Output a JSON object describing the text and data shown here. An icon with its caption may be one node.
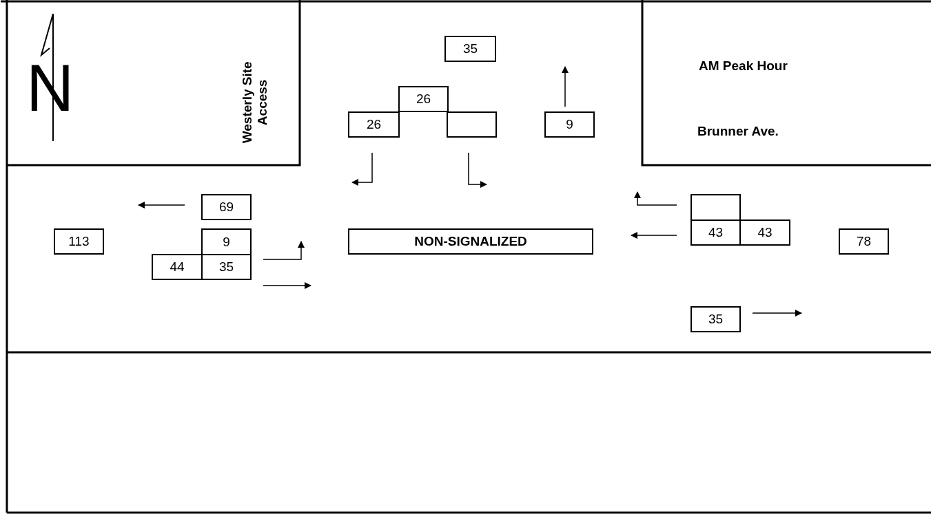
{
  "diagram": {
    "nodes": [
      {
        "text": [
          "35"
        ]
      },
      {
        "text": [
          "26"
        ]
      },
      {
        "text": [
          "26"
        ]
      },
      {
        "text": [],
        "shape": "box"
      },
      {
        "text": [
          "9"
        ]
      },
      {
        "text": [
          "69"
        ]
      },
      {
        "text": [],
        "shape": "box"
      },
      {
        "text": [
          "43"
        ]
      },
      {
        "text": [
          "43"
        ]
      },
      {
        "text": [
          "113"
        ]
      },
      {
        "text": [
          "9"
        ]
      },
      {
        "text": [
          "NON-SIGNALIZED"
        ]
      },
      {
        "text": [
          "78"
        ]
      },
      {
        "text": [
          "44"
        ]
      },
      {
        "text": [
          "35"
        ]
      },
      {
        "text": [
          "35"
        ]
      }
    ],
    "labels": [
      "N",
      "Westerly Site Access",
      "AM Peak Hour",
      "Brunner Ave."
    ]
  }
}
